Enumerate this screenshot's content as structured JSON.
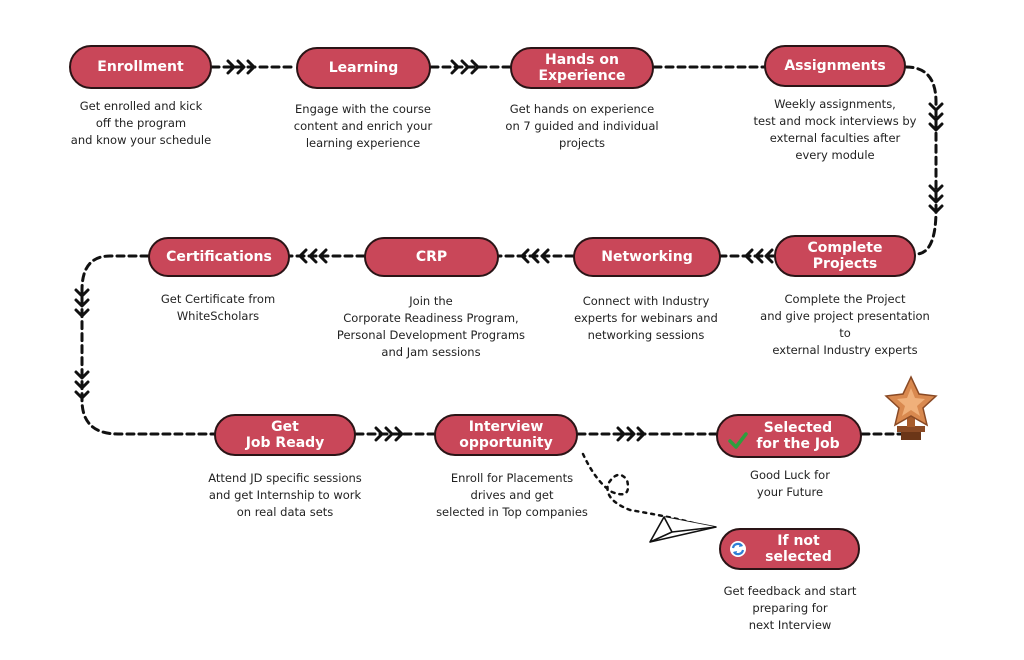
{
  "steps": [
    {
      "title": "Enrollment",
      "desc": "Get enrolled and kick\noff the program\nand know your schedule"
    },
    {
      "title": "Learning",
      "desc": "Engage with the course\ncontent and enrich your\nlearning experience"
    },
    {
      "title": "Hands on\nExperience",
      "desc": "Get hands on experience\non 7 guided and individual projects"
    },
    {
      "title": "Assignments",
      "desc": "Weekly assignments,\ntest and mock interviews by\nexternal faculties after\nevery module"
    },
    {
      "title": "Complete\nProjects",
      "desc": "Complete the Project\nand give project presentation to\nexternal Industry experts"
    },
    {
      "title": "Networking",
      "desc": "Connect with Industry\nexperts for webinars and\nnetworking sessions"
    },
    {
      "title": "CRP",
      "desc": "Join the\nCorporate Readiness Program,\nPersonal Development Programs\nand Jam sessions"
    },
    {
      "title": "Certifications",
      "desc": "Get Certificate from\nWhiteScholars"
    },
    {
      "title": "Get\nJob Ready",
      "desc": "Attend JD specific sessions\nand get Internship to work\non real data sets"
    },
    {
      "title": "Interview\nopportunity",
      "desc": "Enroll for Placements\ndrives and get\nselected in Top companies"
    },
    {
      "title": "Selected\nfor the Job",
      "desc": "Good Luck for\nyour Future"
    },
    {
      "title": "If not\nselected",
      "desc": "Get feedback and start\npreparing for\nnext Interview"
    }
  ],
  "icons": {
    "selected": "check-icon",
    "not_selected": "refresh-icon",
    "trophy": "star-trophy-icon",
    "plane": "paper-plane-icon"
  },
  "colors": {
    "pill_fill": "#c94759",
    "pill_border": "#2a1416",
    "line": "#111111",
    "check": "#2e9e3e"
  }
}
